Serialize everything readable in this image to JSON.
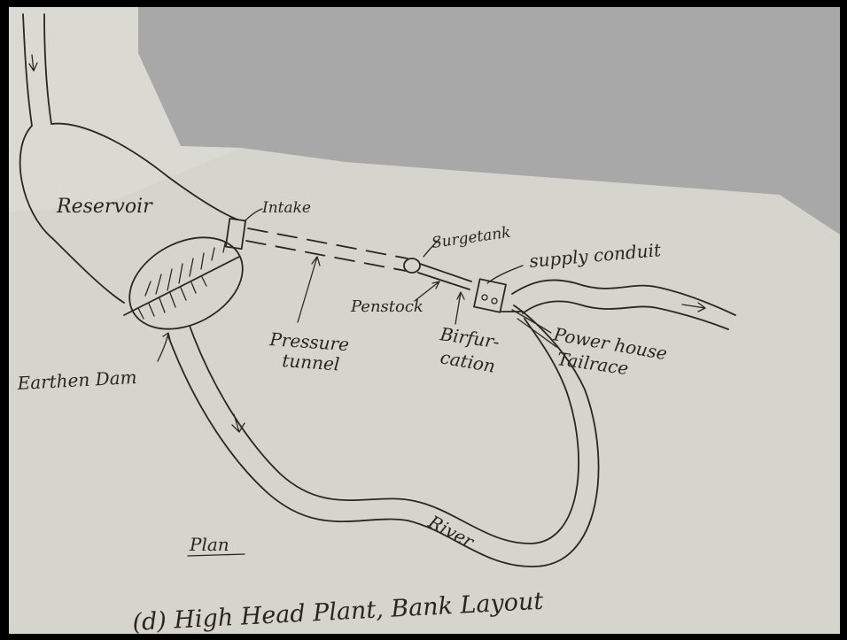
{
  "diagram": {
    "colors": {
      "paper": "#d6d5cd",
      "background": "#a8a8a8",
      "ink": "#2b2622",
      "frame": "#000000"
    },
    "labels": {
      "reservoir": "Reservoir",
      "intake": "Intake",
      "surge_tank": "Surgetank",
      "supply_conduit": "supply conduit",
      "penstock": "Penstock",
      "pressure_tunnel_line1": "Pressure",
      "pressure_tunnel_line2": "tunnel",
      "bifurcation_line1": "Birfur-",
      "bifurcation_line2": "cation",
      "power_house": "Power house",
      "tailrace": "Tailrace",
      "earthen_dam": "Earthen Dam",
      "river": "River",
      "plan": "Plan"
    },
    "caption": "(d) High Head Plant, Bank Layout"
  }
}
